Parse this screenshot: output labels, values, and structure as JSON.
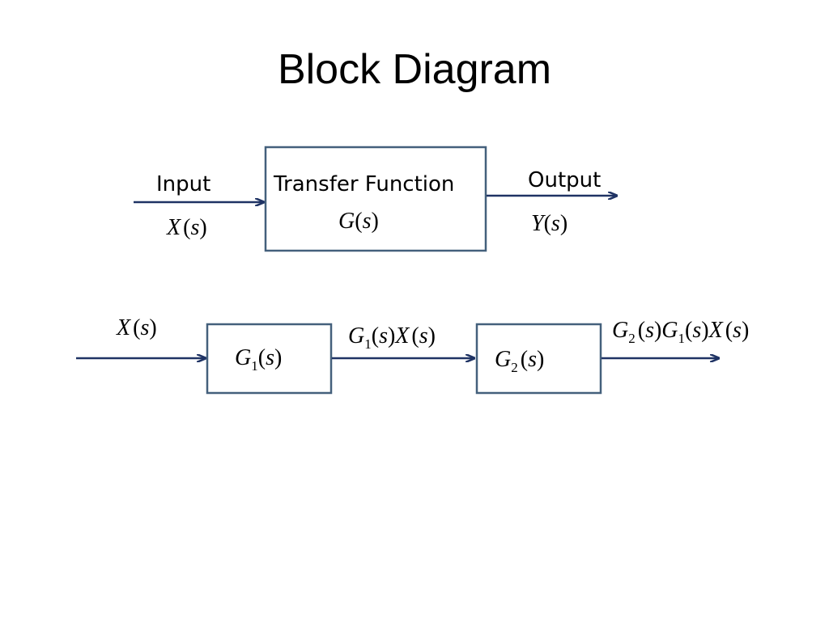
{
  "title": "Block Diagram",
  "colors": {
    "block_border": "#44607c",
    "arrow": "#1f3364",
    "text": "#000000",
    "background": "#ffffff"
  },
  "top_diagram": {
    "input_label": "Input",
    "input_signal": {
      "fn": "X",
      "var": "s"
    },
    "block_label": "Transfer Function",
    "block_function": {
      "fn": "G",
      "var": "s"
    },
    "output_label": "Output",
    "output_signal": {
      "fn": "Y",
      "var": "s"
    }
  },
  "bottom_diagram": {
    "input_signal": {
      "fn": "X",
      "var": "s"
    },
    "block1": {
      "fn": "G",
      "sub": "1",
      "var": "s"
    },
    "intermediate_signal": {
      "g": "G",
      "g_sub": "1",
      "var1": "s",
      "x": "X",
      "var2": "s"
    },
    "block2": {
      "fn": "G",
      "sub": "2",
      "var": "s"
    },
    "output_signal": {
      "g2": "G",
      "g2_sub": "2",
      "var1": "s",
      "g1": "G",
      "g1_sub": "1",
      "var2": "s",
      "x": "X",
      "var3": "s"
    }
  }
}
